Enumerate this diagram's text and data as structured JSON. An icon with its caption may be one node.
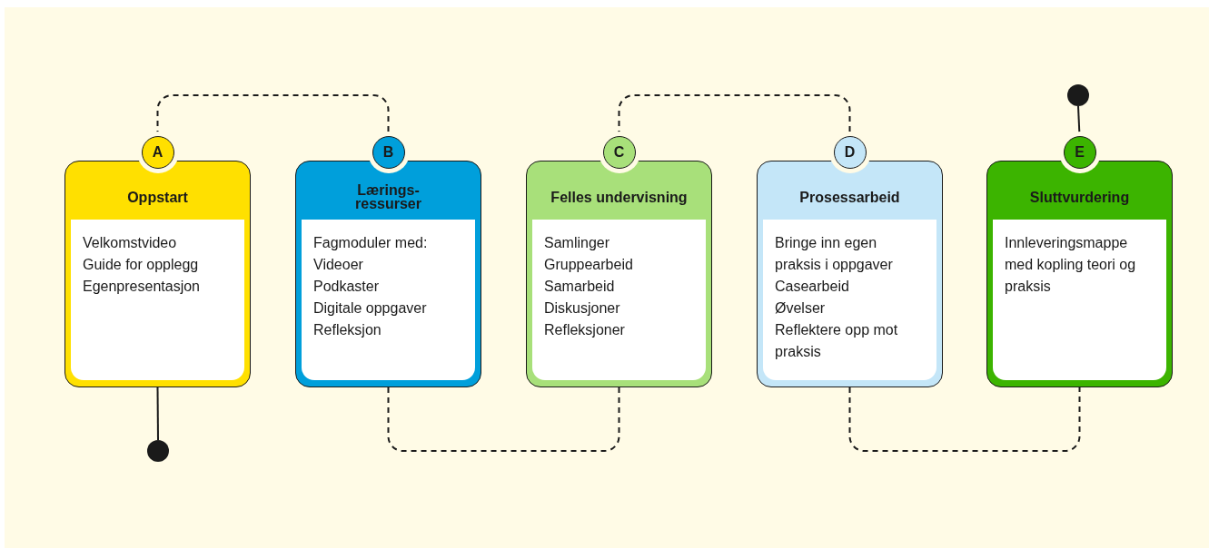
{
  "diagram": {
    "nodes": [
      {
        "text": [
          "A"
        ]
      },
      {
        "text": [
          "Oppstart",
          "Velkomstvideo",
          "Guide for opplegg",
          "Egenpresentasjon"
        ]
      },
      {
        "text": [
          "B"
        ]
      },
      {
        "text": [
          "Lærings- ressurser",
          "Fagmoduler med:",
          "Videoer",
          "Podkaster",
          "Digitale oppgaver",
          "Refleksjon"
        ]
      },
      {
        "text": [
          "C"
        ]
      },
      {
        "text": [
          "Felles undervisning",
          "Samlinger",
          "Gruppearbeid",
          "Samarbeid",
          "Diskusjoner",
          "Refleksjoner"
        ]
      },
      {
        "text": [
          "D"
        ]
      },
      {
        "text": [
          "Prosessarbeid",
          "Bringe inn egen praksis i oppgaver",
          "Casearbeid",
          "Øvelser",
          "Reflektere opp mot praksis"
        ]
      },
      {
        "text": [
          "E"
        ]
      },
      {
        "text": [
          "Sluttvurdering",
          "Innleveringsmappe med kopling teori og praksis"
        ]
      },
      {
        "text": [],
        "shape": "circle"
      },
      {
        "text": [],
        "shape": "circle"
      }
    ],
    "edges": [
      {
        "from": 1,
        "to": 10,
        "arrow": "none"
      },
      {
        "from": 0,
        "to": 2,
        "arrow": "none",
        "style": "dashed"
      },
      {
        "from": 3,
        "to": 5,
        "arrow": "none",
        "style": "dashed"
      },
      {
        "from": 4,
        "to": 6,
        "arrow": "none",
        "style": "dashed"
      },
      {
        "from": 7,
        "to": 9,
        "arrow": "none",
        "style": "dashed"
      },
      {
        "from": 8,
        "to": 11,
        "arrow": "none"
      }
    ]
  }
}
